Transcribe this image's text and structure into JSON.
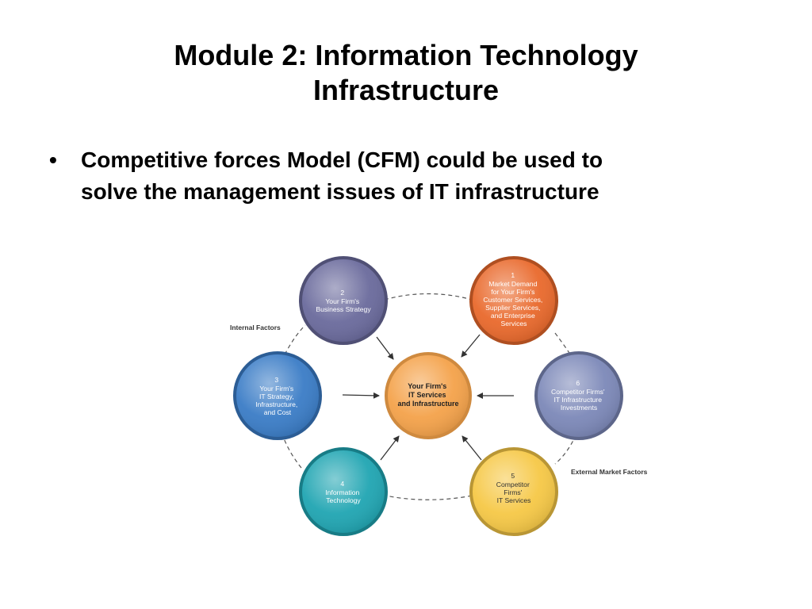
{
  "slide": {
    "title_line1": "Module 2: Information Technology",
    "title_line2": "Infrastructure",
    "bullet_symbol": "•",
    "bullet_line1": "Competitive forces Model (CFM) could be used to",
    "bullet_line2": "solve the management issues of IT infrastructure"
  },
  "diagram": {
    "labels": {
      "internal": "Internal Factors",
      "external": "External Market Factors"
    },
    "center": {
      "lines": [
        "Your Firm's",
        "IT Services",
        "and Infrastructure"
      ],
      "color": "#f4a24a"
    },
    "nodes": [
      {
        "id": "market-demand",
        "number": "1",
        "lines": [
          "Market Demand",
          "for Your Firm's",
          "Customer Services,",
          "Supplier Services,",
          "and Enterprise",
          "Services"
        ],
        "color": "#e9692c"
      },
      {
        "id": "business-strategy",
        "number": "2",
        "lines": [
          "Your Firm's",
          "Business Strategy"
        ],
        "color": "#6a6a9c"
      },
      {
        "id": "it-strategy",
        "number": "3",
        "lines": [
          "Your Firm's",
          "IT Strategy,",
          "Infrastructure,",
          "and Cost"
        ],
        "color": "#3a7cc6"
      },
      {
        "id": "information-technology",
        "number": "4",
        "lines": [
          "Information",
          "Technology"
        ],
        "color": "#20a5b2"
      },
      {
        "id": "competitor-services",
        "number": "5",
        "lines": [
          "Competitor",
          "Firms'",
          "IT Services"
        ],
        "color": "#f6c846"
      },
      {
        "id": "competitor-investments",
        "number": "6",
        "lines": [
          "Competitor Firms'",
          "IT Infrastructure",
          "Investments"
        ],
        "color": "#7c88b8"
      }
    ]
  }
}
